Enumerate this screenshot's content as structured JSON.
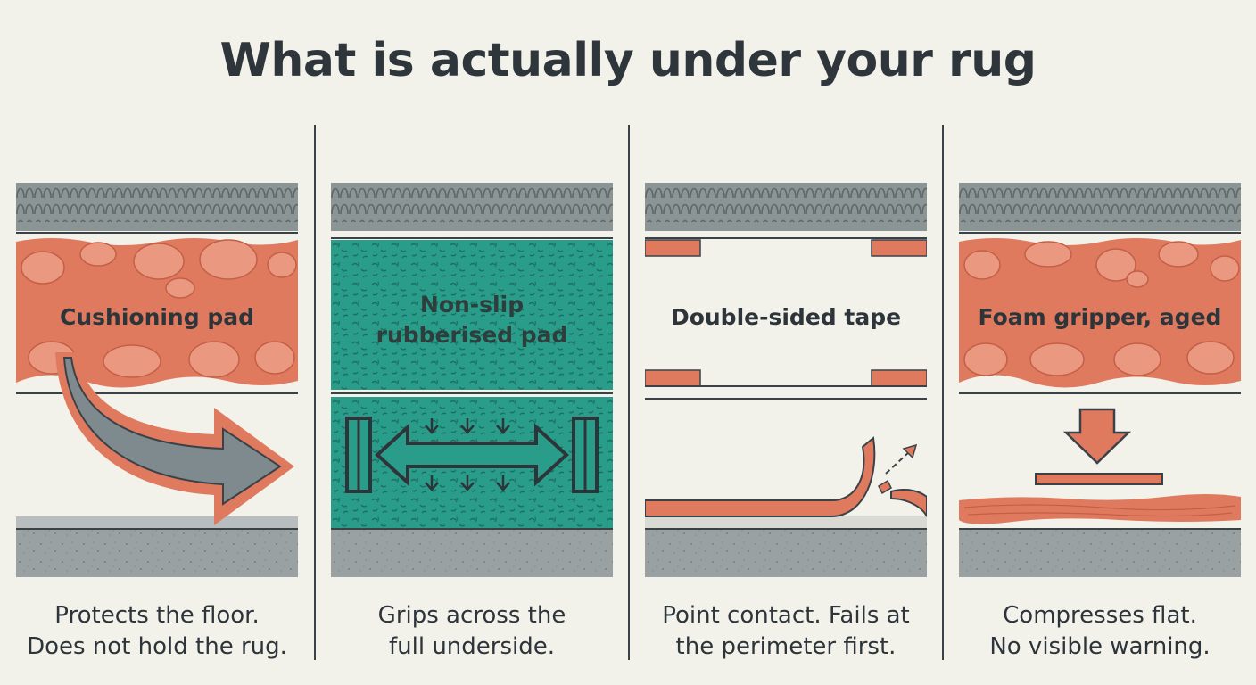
{
  "title": "What is actually under your rug",
  "panels": [
    {
      "id": "cushioning",
      "label": "Cushioning pad",
      "caption": [
        "Protects the floor.",
        "Does not hold the rug."
      ],
      "icon": "curved-slip-arrow-icon"
    },
    {
      "id": "rubberised",
      "label": [
        "Non-slip",
        "rubberised pad"
      ],
      "caption": [
        "Grips across the",
        "full underside."
      ],
      "icon": "grip-arrows-icon"
    },
    {
      "id": "tape",
      "label": "Double-sided tape",
      "caption": [
        "Point contact. Fails at",
        "the perimeter first."
      ],
      "icon": "peeling-tape-icon"
    },
    {
      "id": "foam",
      "label": "Foam gripper, aged",
      "caption": [
        "Compresses flat.",
        "No visible warning."
      ],
      "icon": "compress-arrow-icon"
    }
  ],
  "colors": {
    "background": "#f2f1ea",
    "rug": "#8c9596",
    "pad": "#e07a5f",
    "rubber": "#2a9d8a",
    "floor": "#9aa1a2",
    "ink": "#2d353b"
  }
}
